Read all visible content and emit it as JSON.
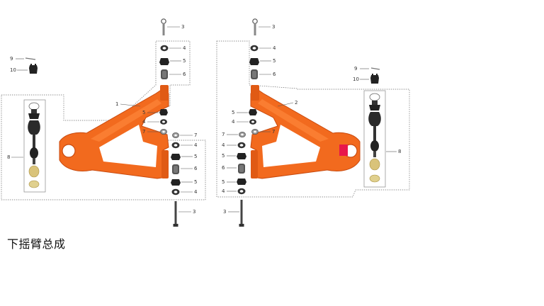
{
  "caption": "下摇臂总成",
  "colors": {
    "arm": "#f26a1e",
    "arm_dark": "#c94a0e",
    "hardware": "#333333",
    "bushing": "#d9c37a"
  },
  "left": {
    "labels": {
      "bolt_top": "3",
      "washer_a": "4",
      "nut_a": "5",
      "bushing_a": "6",
      "arm": "1",
      "nut_b": "5",
      "washer_b": "4",
      "collar_b": "7",
      "collar_c": "7",
      "washer_c": "4",
      "nut_c": "5",
      "bushing_c": "6",
      "nut_d": "5",
      "washer_d": "4",
      "bolt_bottom": "3",
      "ball_joint": "8",
      "pin": "9",
      "castle_nut": "10"
    }
  },
  "right": {
    "labels": {
      "bolt_top": "3",
      "washer_a": "4",
      "nut_a": "5",
      "bushing_a": "6",
      "arm": "2",
      "nut_b": "5",
      "washer_b": "4",
      "collar_b": "7",
      "collar_c": "7",
      "washer_c": "4",
      "nut_c": "5",
      "bushing_c": "6",
      "nut_d": "5",
      "washer_d": "4",
      "bolt_bottom": "3",
      "ball_joint": "8",
      "pin": "9",
      "castle_nut": "10"
    }
  }
}
